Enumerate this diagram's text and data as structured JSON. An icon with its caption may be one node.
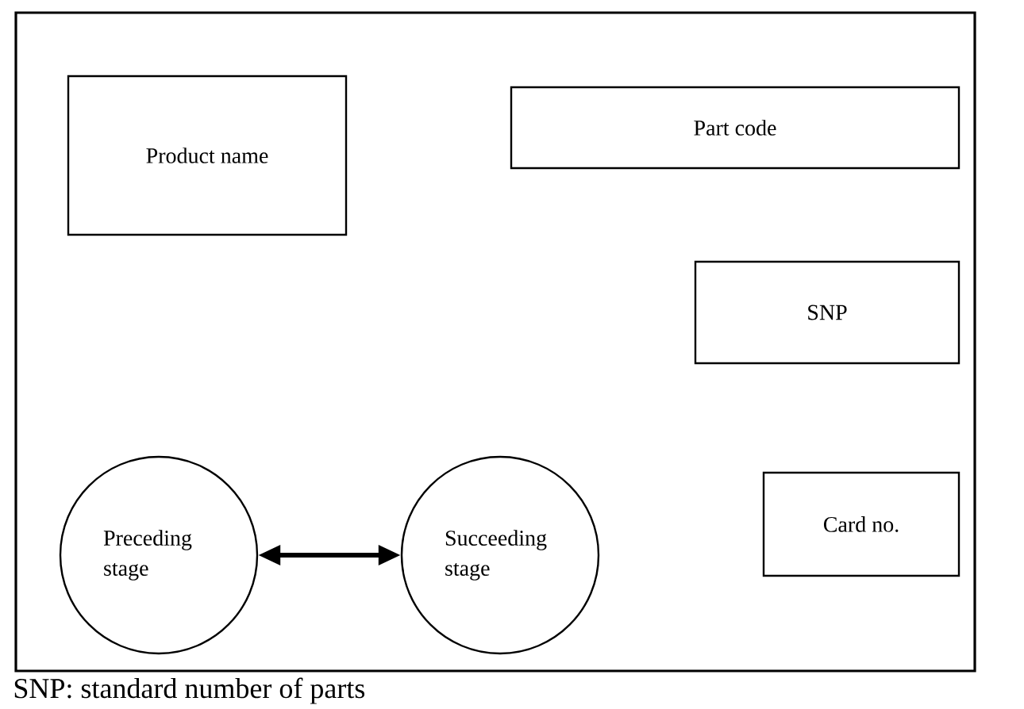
{
  "diagram": {
    "caption": "SNP: standard number of parts",
    "nodes": [
      {
        "text": [
          "Product name"
        ]
      },
      {
        "text": [
          "Part code"
        ]
      },
      {
        "text": [
          "SNP"
        ]
      },
      {
        "text": [
          "Preceding stage"
        ]
      },
      {
        "text": [
          "Succeeding stage"
        ]
      },
      {
        "text": [
          "Card no."
        ]
      }
    ],
    "edges": [
      {
        "from": 3,
        "to": 4,
        "arrow": "both"
      }
    ]
  }
}
